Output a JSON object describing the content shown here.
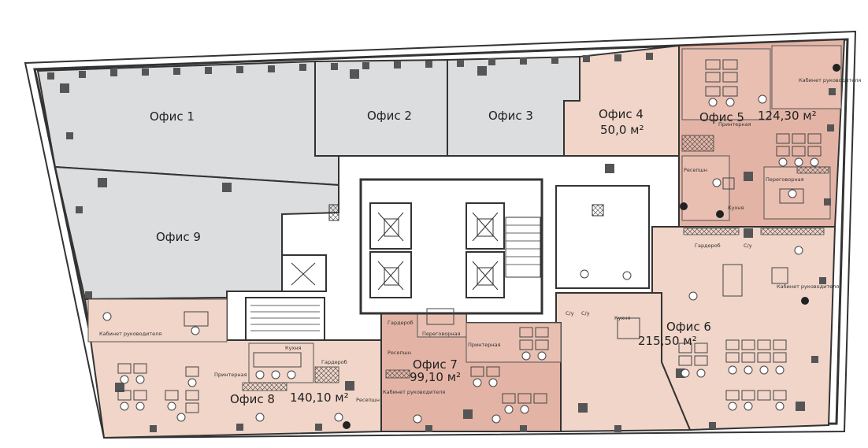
{
  "offices": [
    {
      "name": "Офис 1",
      "area": ""
    },
    {
      "name": "Офис 2",
      "area": ""
    },
    {
      "name": "Офис 3",
      "area": ""
    },
    {
      "name": "Офис 4",
      "area": "50,0 м²"
    },
    {
      "name": "Офис 5",
      "area": "124,30 м²"
    },
    {
      "name": "Офис 6",
      "area": "215,50 м²"
    },
    {
      "name": "Офис 7",
      "area": "99,10 м²"
    },
    {
      "name": "Офис 8",
      "area": "140,10 м²"
    },
    {
      "name": "Офис 9",
      "area": ""
    }
  ],
  "rooms": {
    "o5_printer": "Принтерная",
    "o5_head": "Кабинет руководителя",
    "o5_reception": "Ресепшн",
    "o5_meeting": "Переговорная",
    "o5_kitchen": "Кухня",
    "o6_wardrobe": "Гардероб",
    "o6_wc": "С/у",
    "o6_head": "Кабинет руководителя",
    "o6_kitchen": "Кухня",
    "o6_wc2": "С/у",
    "o6_wc3": "С/у",
    "o7_wardrobe": "Гардероб",
    "o7_meeting": "Переговорная",
    "o7_reception": "Ресепшн",
    "o7_printer": "Принтерная",
    "o7_head": "Кабинет руководителя",
    "o8_head": "Кабинет руководителя",
    "o8_kitchen": "Кухня",
    "o8_printer": "Принтерная",
    "o8_wardrobe": "Гардероб",
    "o8_reception": "Ресепшн"
  },
  "colors": {
    "grey_office": "#dcdddf",
    "light_pink": "#f0d5c8",
    "pink": "#e3b4a5",
    "wall": "#333333"
  }
}
